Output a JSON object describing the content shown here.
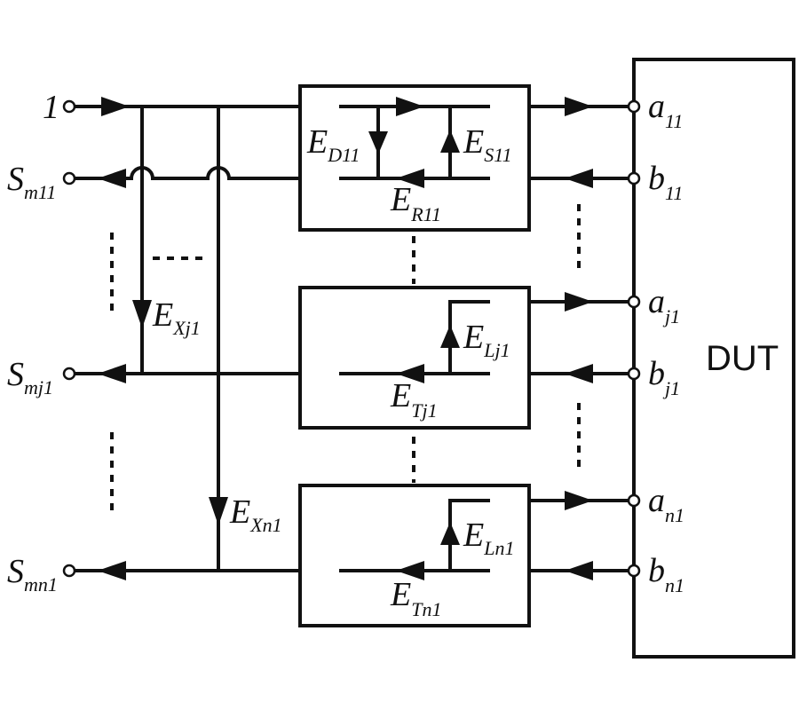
{
  "left_ports": [
    {
      "main": "1",
      "sub": ""
    },
    {
      "main": "S",
      "sub": "m11"
    },
    {
      "main": "S",
      "sub": "mj1"
    },
    {
      "main": "S",
      "sub": "mn1"
    }
  ],
  "right_ports": [
    {
      "main": "a",
      "sub": "11"
    },
    {
      "main": "b",
      "sub": "11"
    },
    {
      "main": "a",
      "sub": "j1"
    },
    {
      "main": "b",
      "sub": "j1"
    },
    {
      "main": "a",
      "sub": "n1"
    },
    {
      "main": "b",
      "sub": "n1"
    }
  ],
  "error_terms": {
    "directivity": {
      "main": "E",
      "sub": "D11"
    },
    "source": {
      "main": "E",
      "sub": "S11"
    },
    "reflection": {
      "main": "E",
      "sub": "R11"
    },
    "load_j": {
      "main": "E",
      "sub": "Lj1"
    },
    "transmission_j": {
      "main": "E",
      "sub": "Tj1"
    },
    "load_n": {
      "main": "E",
      "sub": "Ln1"
    },
    "transmission_n": {
      "main": "E",
      "sub": "Tn1"
    },
    "crosstalk_j": {
      "main": "E",
      "sub": "Xj1"
    },
    "crosstalk_n": {
      "main": "E",
      "sub": "Xn1"
    }
  },
  "dut_label": "DUT"
}
